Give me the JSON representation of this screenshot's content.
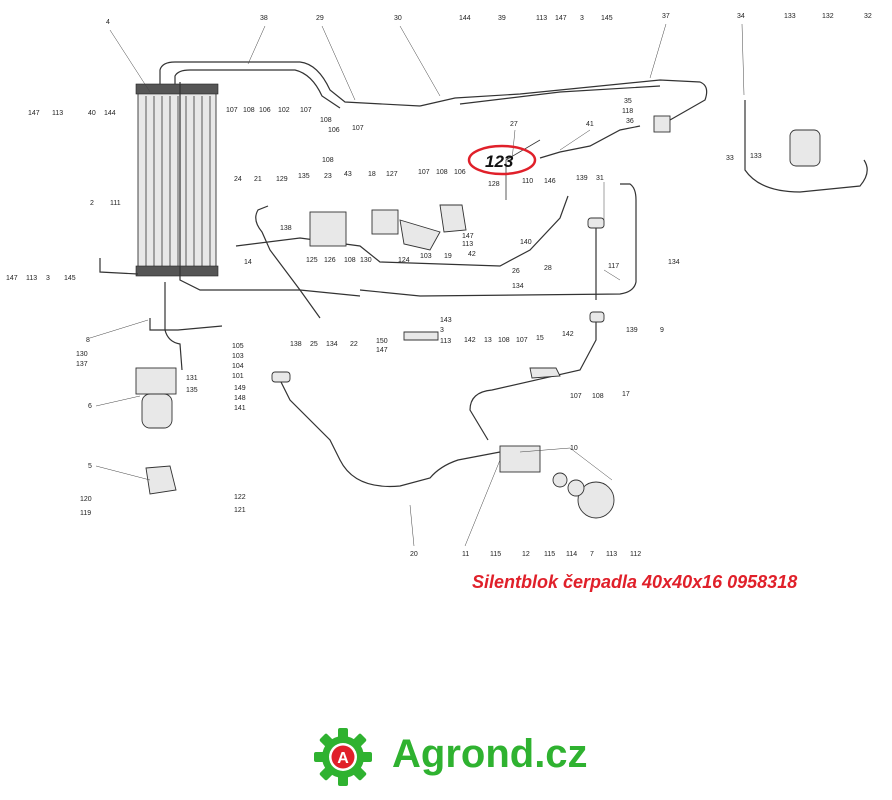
{
  "diagram": {
    "highlight": {
      "label": "123",
      "color": "#e0202a"
    },
    "part_labels": [
      "38",
      "29",
      "30",
      "144",
      "39",
      "113",
      "147",
      "3",
      "145",
      "37",
      "34",
      "133",
      "132",
      "32",
      "4",
      "107",
      "108",
      "106",
      "102",
      "107",
      "108",
      "106",
      "107",
      "108",
      "147",
      "113",
      "40",
      "144",
      "35",
      "118",
      "36",
      "41",
      "27",
      "133",
      "132",
      "33",
      "24",
      "21",
      "129",
      "135",
      "23",
      "43",
      "18",
      "127",
      "107",
      "108",
      "106",
      "110",
      "146",
      "139",
      "31",
      "128",
      "2",
      "111",
      "14",
      "138",
      "125",
      "126",
      "108",
      "130",
      "124",
      "103",
      "19",
      "147",
      "113",
      "42",
      "140",
      "26",
      "28",
      "117",
      "134",
      "147",
      "113",
      "3",
      "145",
      "134",
      "139",
      "9",
      "8",
      "143",
      "3",
      "150",
      "147",
      "113",
      "142",
      "13",
      "108",
      "107",
      "15",
      "142",
      "130",
      "105",
      "137",
      "103",
      "104",
      "101",
      "131",
      "135",
      "149",
      "148",
      "141",
      "138",
      "25",
      "134",
      "22",
      "6",
      "107",
      "108",
      "17",
      "10",
      "5",
      "120",
      "122",
      "119",
      "121",
      "20",
      "11",
      "115",
      "12",
      "115",
      "114",
      "7",
      "113",
      "112"
    ]
  },
  "caption": {
    "text": "Silentblok čerpadla 40x40x16 0958318",
    "color": "#e0202a"
  },
  "logo": {
    "mark_letter": "A",
    "text": "Agrond.cz",
    "color": "#2fb230"
  }
}
